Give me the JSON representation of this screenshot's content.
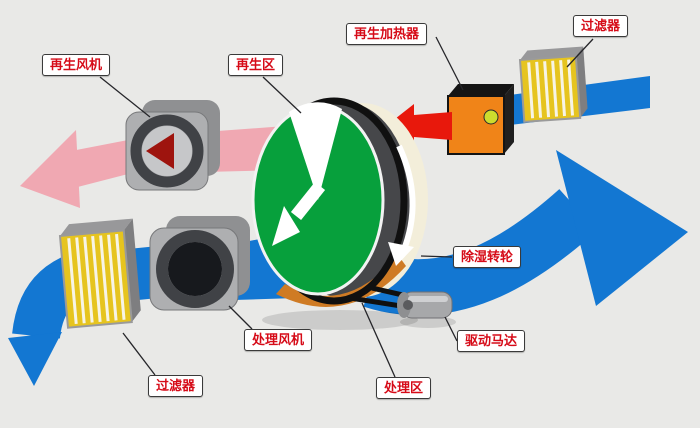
{
  "diagram": {
    "labels": {
      "regen_fan": "再生风机",
      "regen_zone": "再生区",
      "regen_heater": "再生加热器",
      "filter_top": "过滤器",
      "wheel": "除湿转轮",
      "motor": "驱动马达",
      "process_zone": "处理区",
      "process_fan": "处理风机",
      "filter_bottom": "过滤器"
    },
    "colors": {
      "background": "#e9e9e7",
      "flow_blue": "#1377d2",
      "regen_pink": "#f0a8b2",
      "regen_arrow_dark": "#9e140e",
      "hot_red": "#e8180c",
      "wheel_green": "#07a03c",
      "wheel_rim": "#46474a",
      "wheel_back": "#f3eeda",
      "wheel_sector_orange": "#cf7b24",
      "heater_orange": "#f08418",
      "heater_indicator": "#cddc2e",
      "filter_yellow": "#e6c41f",
      "label_red": "#d60b18"
    }
  }
}
